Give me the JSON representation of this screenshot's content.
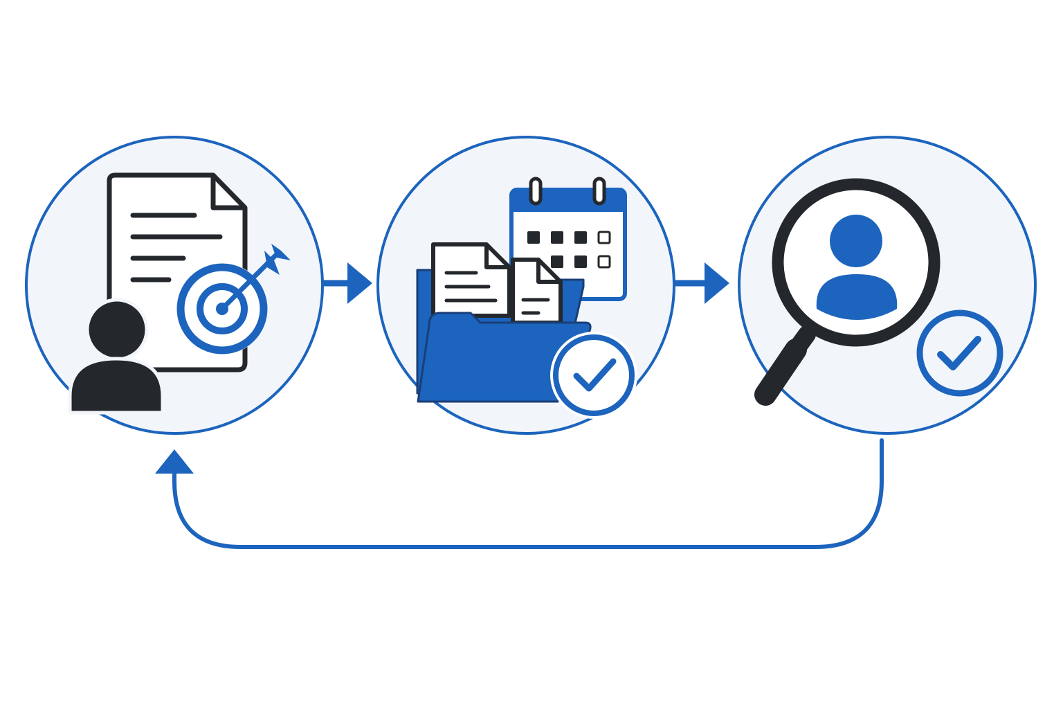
{
  "colors": {
    "background": "#ffffff",
    "circle_fill": "#f2f6fb",
    "accent_blue": "#1c64bd",
    "dark": "#24282d",
    "paper": "#ffffff"
  },
  "steps": [
    {
      "id": "define-goals",
      "icons": [
        "document-icon",
        "target-icon",
        "person-icon"
      ]
    },
    {
      "id": "organize-schedule",
      "icons": [
        "folder-icon",
        "document-icon",
        "calendar-icon",
        "check-badge-icon"
      ]
    },
    {
      "id": "review-person",
      "icons": [
        "magnifier-icon",
        "person-icon",
        "check-badge-icon"
      ]
    }
  ],
  "connectors": [
    {
      "from": "define-goals",
      "to": "organize-schedule",
      "type": "arrow"
    },
    {
      "from": "organize-schedule",
      "to": "review-person",
      "type": "arrow"
    },
    {
      "from": "review-person",
      "to": "define-goals",
      "type": "loop-back-arrow"
    }
  ]
}
